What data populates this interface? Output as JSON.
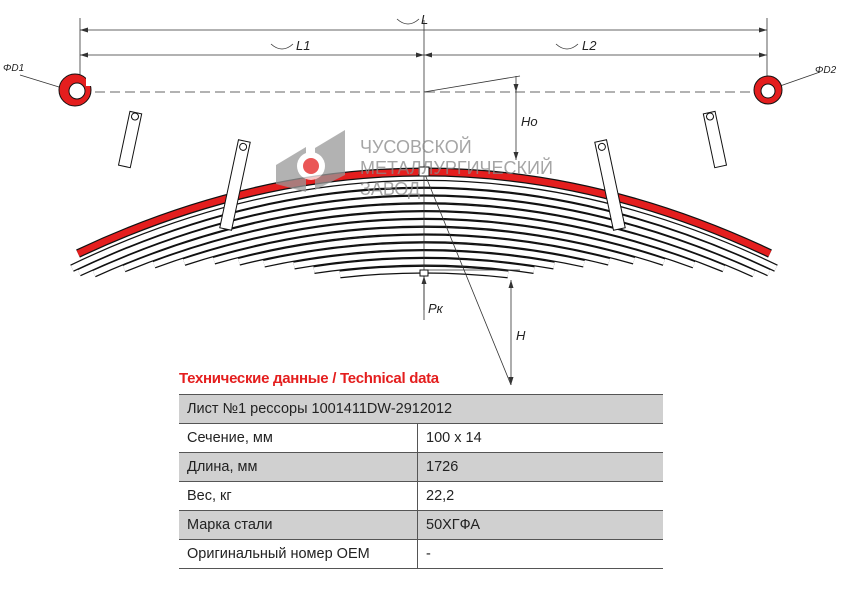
{
  "dimensions": {
    "L": "L",
    "L1": "L1",
    "L2": "L2",
    "D1": "ΦD1",
    "D2": "ΦD2",
    "Ho": "Ho",
    "Pk": "Pк",
    "H": "H"
  },
  "watermark": {
    "line1": "ЧУСОВСКОЙ",
    "line2": "МЕТАЛЛУРГИЧЕСКИЙ",
    "line3": "ЗАВОД"
  },
  "colors": {
    "highlight_leaf": "#e41e1e",
    "title": "#e41e1e",
    "row_shade": "#d0d0d0"
  },
  "spring": {
    "leaf_count": 13,
    "highlighted_leaf": 1
  },
  "table": {
    "title": "Технические данные / Technical data",
    "header": "Лист №1 рессоры 1001411DW-2912012",
    "rows": [
      {
        "label": "Сечение, мм",
        "value": "100 x 14"
      },
      {
        "label": "Длина, мм",
        "value": "1726"
      },
      {
        "label": "Вес, кг",
        "value": "22,2"
      },
      {
        "label": "Марка стали",
        "value": "50ХГФА"
      },
      {
        "label": "Оригинальный номер OEM",
        "value": "-"
      }
    ]
  }
}
